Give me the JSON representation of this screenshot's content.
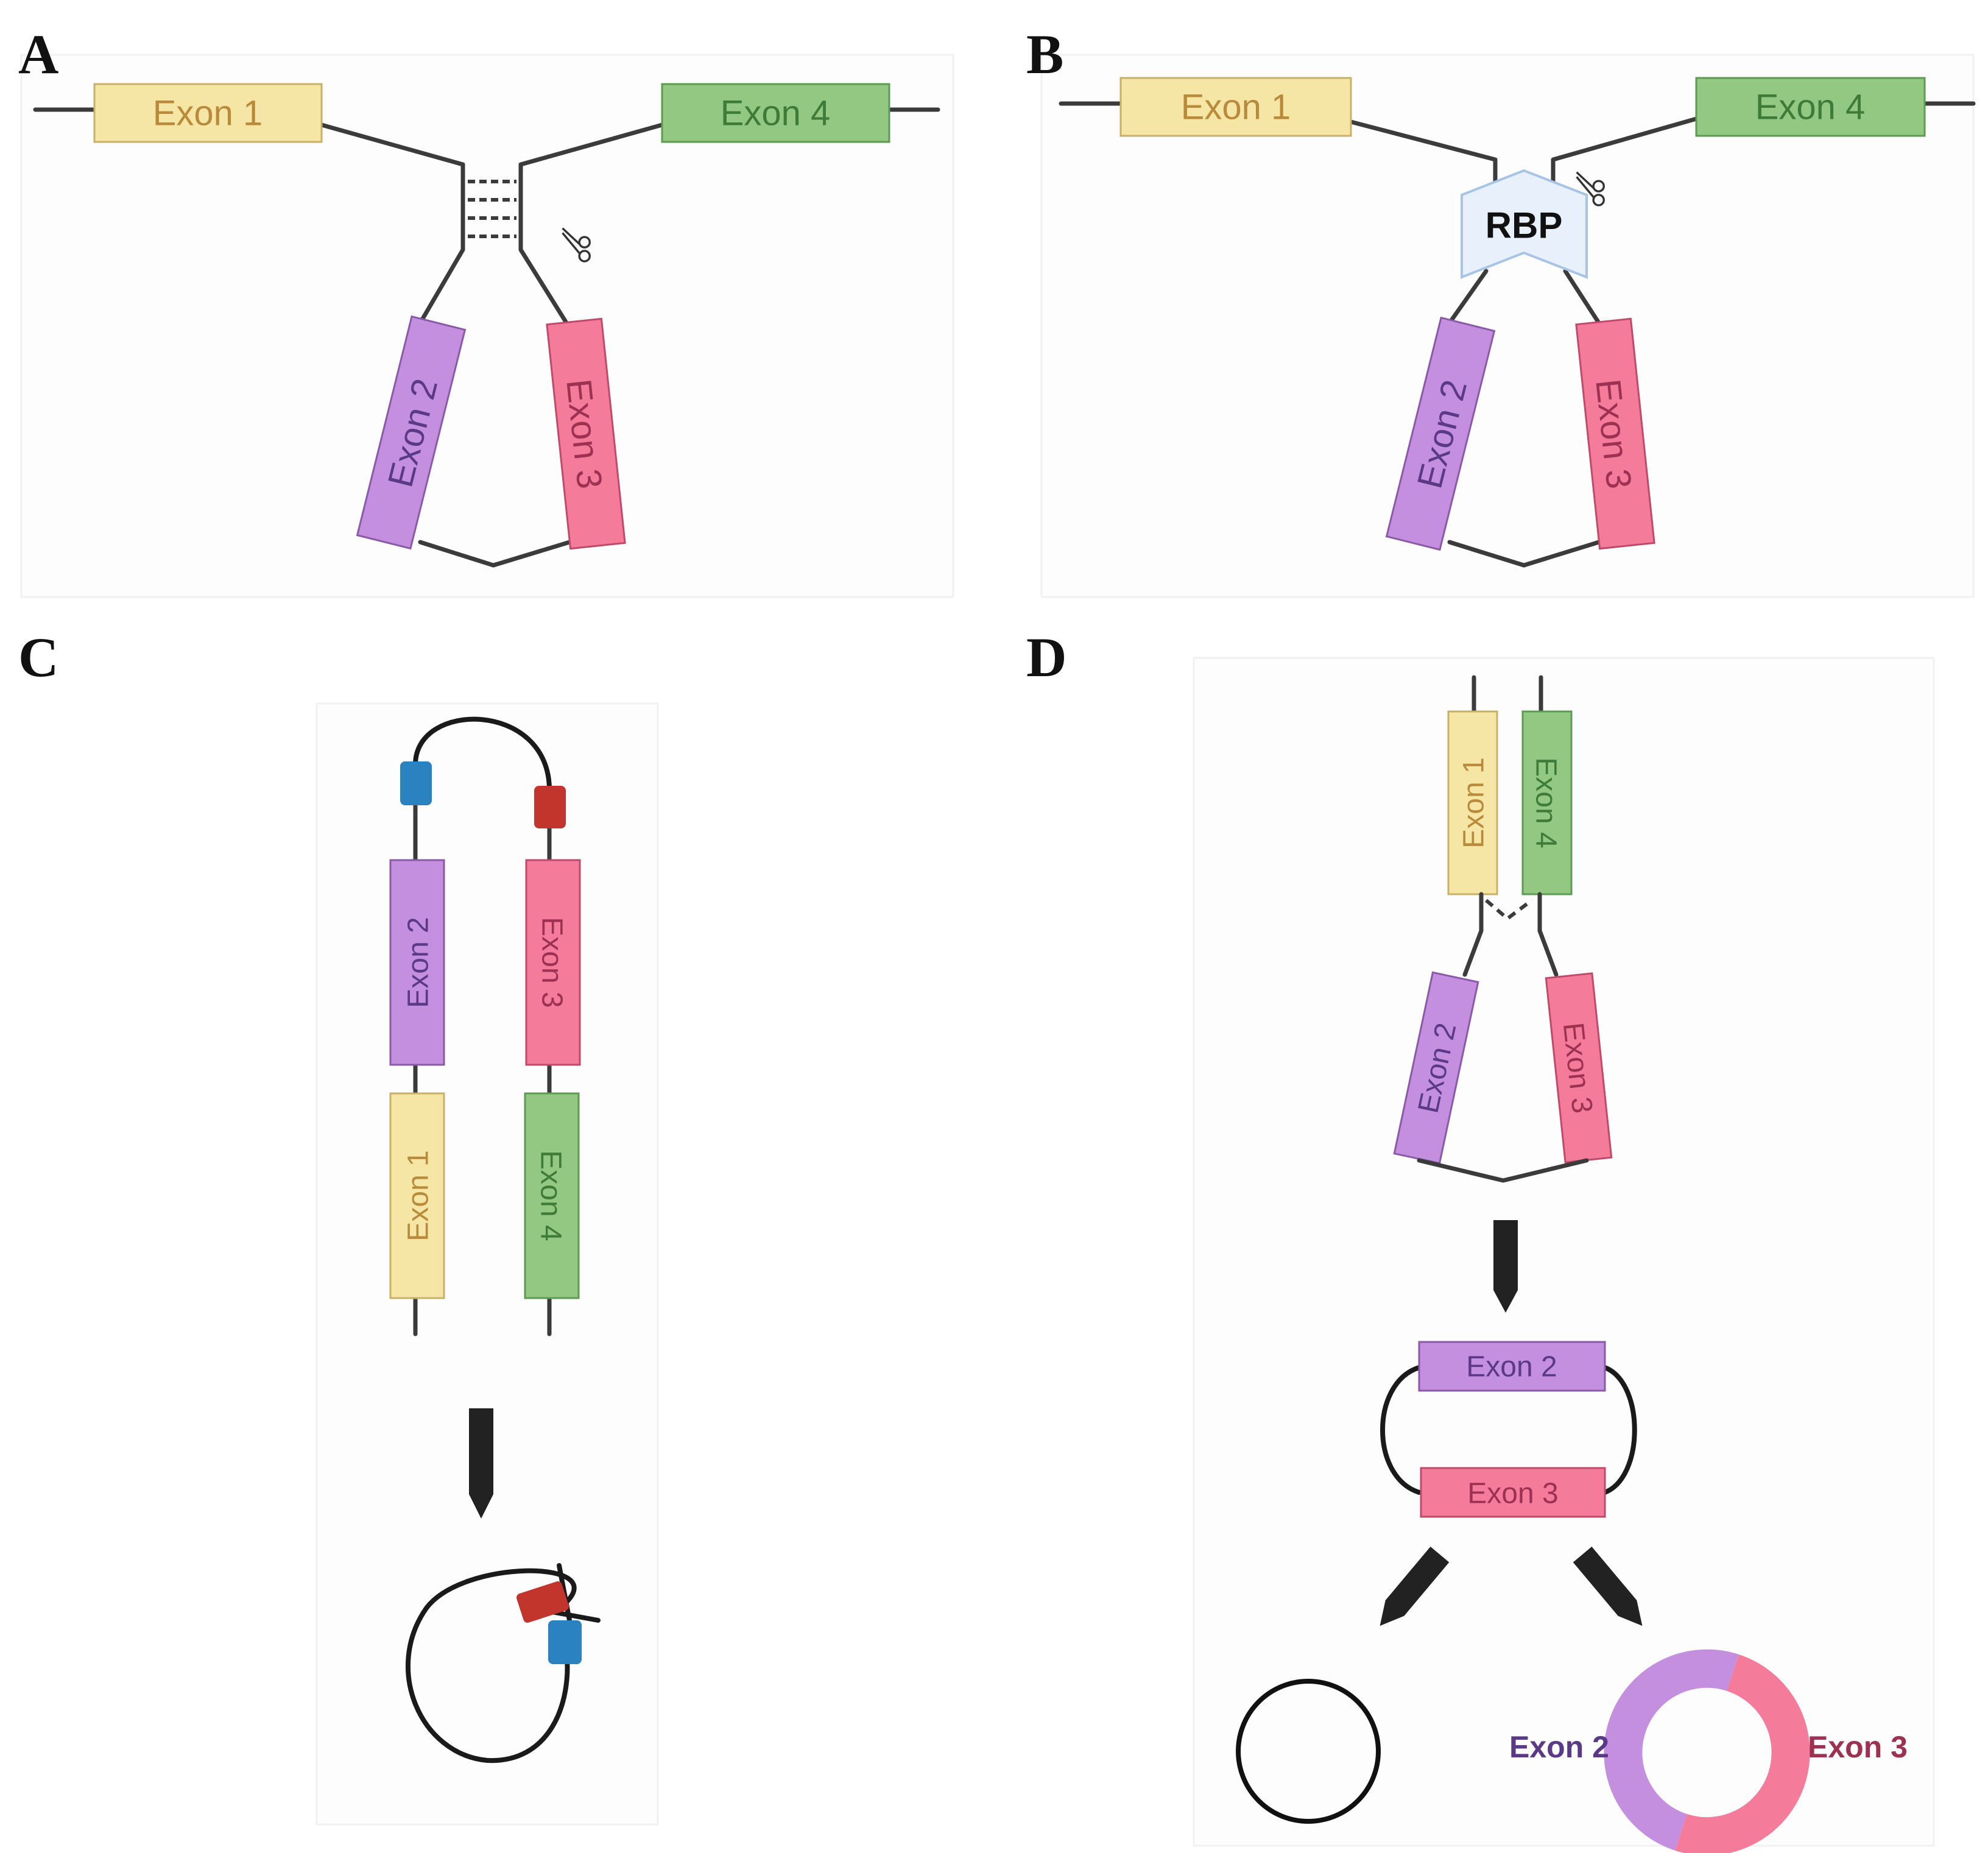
{
  "colors": {
    "exon1_fill": "#f5e6a6",
    "exon1_text": "#b98a3a",
    "exon2_fill": "#c58fe0",
    "exon2_text": "#5a3a86",
    "exon3_fill": "#f47b9a",
    "exon3_text": "#9c3152",
    "exon4_fill": "#92c882",
    "exon4_text": "#3e7a38",
    "rbp_fill": "#e8f1fb",
    "rbp_stroke": "#a7c4e6",
    "blue_flank": "#2b82c0",
    "red_flank": "#c2352c"
  },
  "panels": {
    "a": {
      "label": "A",
      "exon1": "Exon 1",
      "exon2": "Exon 2",
      "exon3": "Exon 3",
      "exon4": "Exon 4"
    },
    "b": {
      "label": "B",
      "exon1": "Exon 1",
      "exon2": "Exon 2",
      "exon3": "Exon 3",
      "exon4": "Exon 4",
      "rbp": "RBP"
    },
    "c": {
      "label": "C",
      "exon1": "Exon 1",
      "exon2": "Exon 2",
      "exon3": "Exon 3",
      "exon4": "Exon 4"
    },
    "d": {
      "label": "D",
      "exon1": "Exon 1",
      "exon2": "Exon 2",
      "exon3": "Exon 3",
      "exon4": "Exon 4",
      "circ_exon2": "Exon 2",
      "circ_exon3": "Exon 3",
      "ring_exon2": "Exon 2",
      "ring_exon3": "Exon 3"
    }
  },
  "icons": {
    "scissors": "scissors-icon",
    "arrow": "down-arrow-icon"
  }
}
